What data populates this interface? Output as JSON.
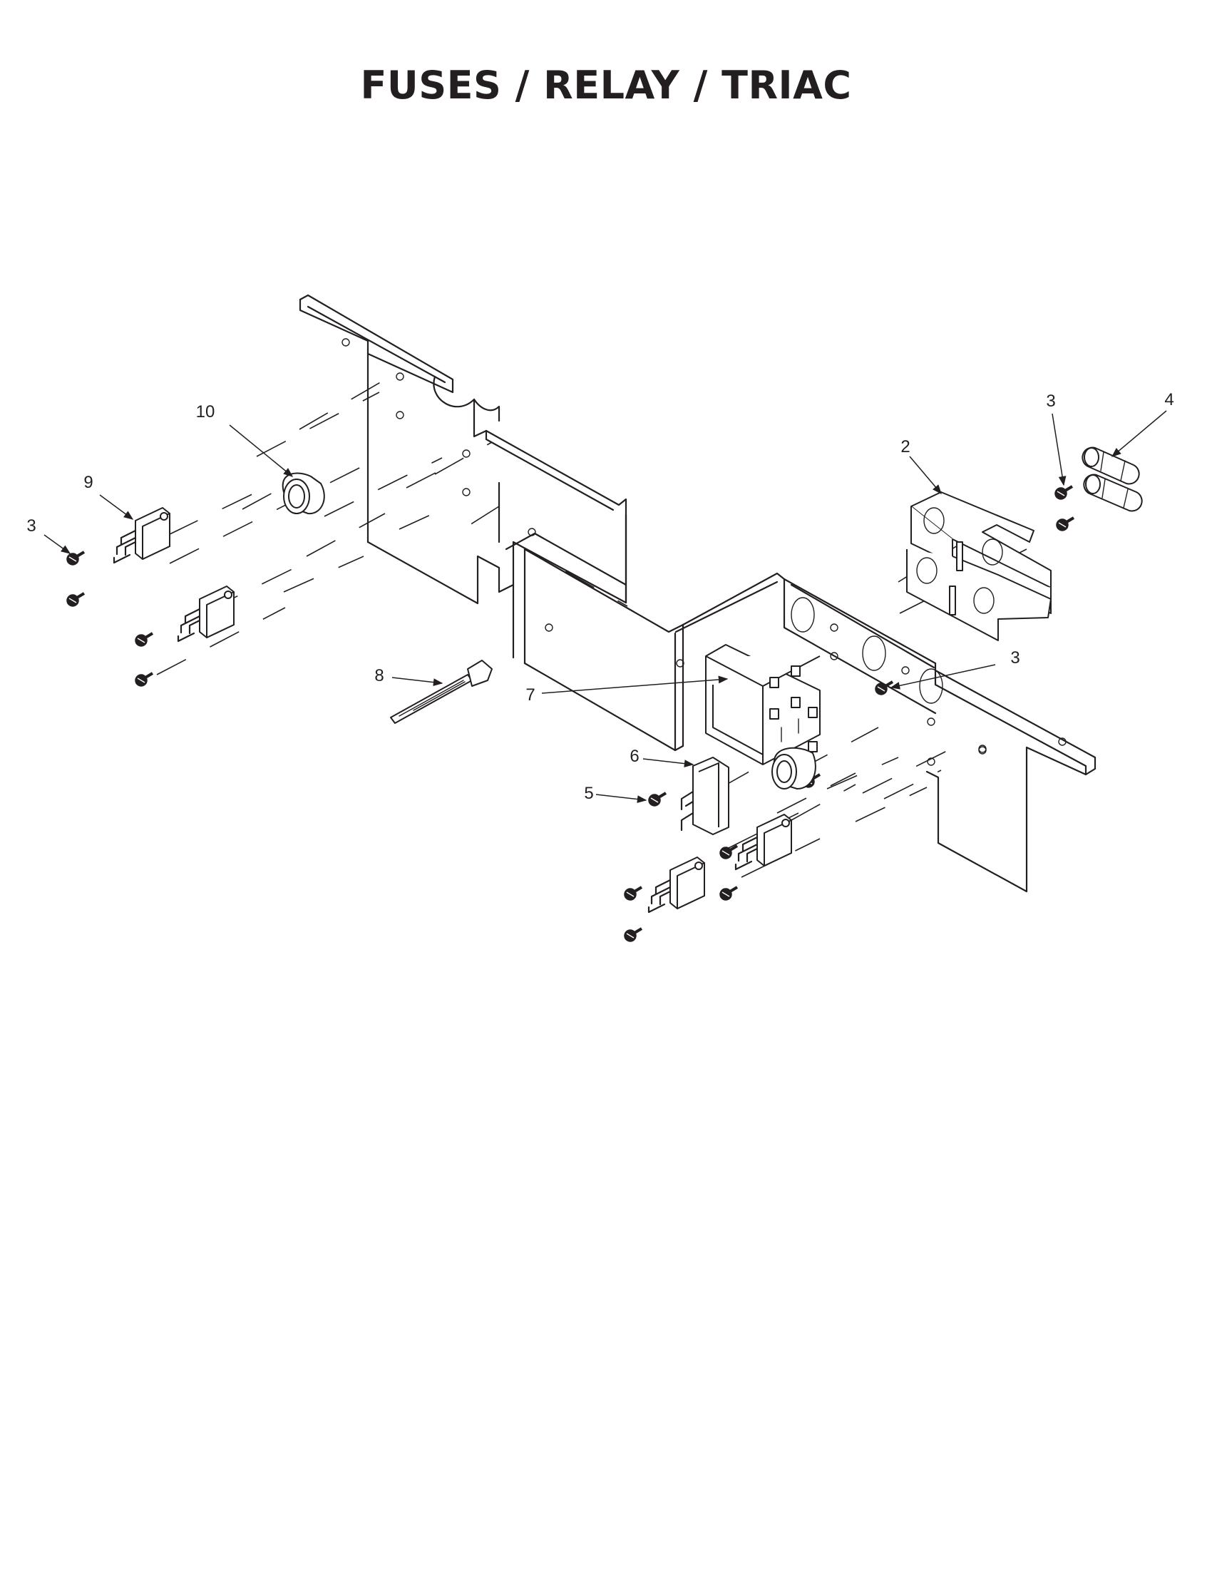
{
  "title": "FUSES / RELAY / TRIAC",
  "callouts": [
    {
      "id": "callout-10",
      "label": "10"
    },
    {
      "id": "callout-9",
      "label": "9"
    },
    {
      "id": "callout-3-left",
      "label": "3"
    },
    {
      "id": "callout-8",
      "label": "8"
    },
    {
      "id": "callout-7",
      "label": "7"
    },
    {
      "id": "callout-6",
      "label": "6"
    },
    {
      "id": "callout-5",
      "label": "5"
    },
    {
      "id": "callout-2",
      "label": "2"
    },
    {
      "id": "callout-3-top",
      "label": "3"
    },
    {
      "id": "callout-4",
      "label": "4"
    },
    {
      "id": "callout-3-right",
      "label": "3"
    }
  ]
}
